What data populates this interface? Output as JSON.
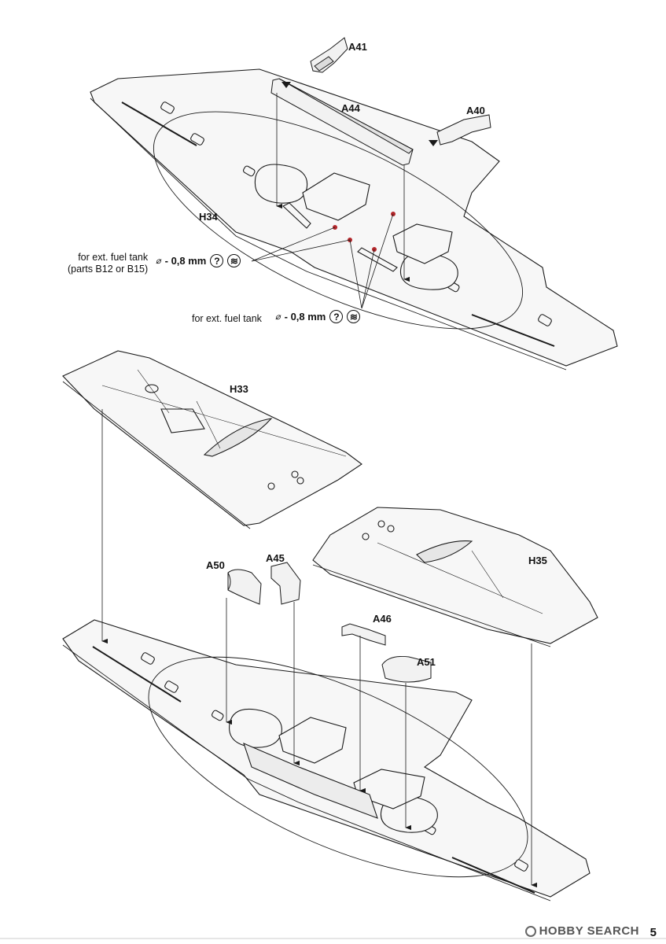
{
  "labels": {
    "a41": "A41",
    "a44": "A44",
    "a40": "A40",
    "h34": "H34",
    "h33": "H33",
    "h35": "H35",
    "a50": "A50",
    "a45": "A45",
    "a46": "A46",
    "a51": "A51"
  },
  "notes": {
    "fuel_note_1_line1": "for ext. fuel tank",
    "fuel_note_1_line2": "(parts B12 or B15)",
    "fuel_note_2": "for ext. fuel tank",
    "drill_symbol": "⌀",
    "drill_size": "- 0,8 mm",
    "question_glyph": "?",
    "drill_glyph": "≋"
  },
  "footer": {
    "brand": "HOBBY SEARCH",
    "page_number": "5"
  },
  "colors": {
    "line": "#1a1a1a",
    "part_fill": "#f2f2f2",
    "hole_marker": "#b3262a",
    "shade": "#d8d8d8"
  }
}
